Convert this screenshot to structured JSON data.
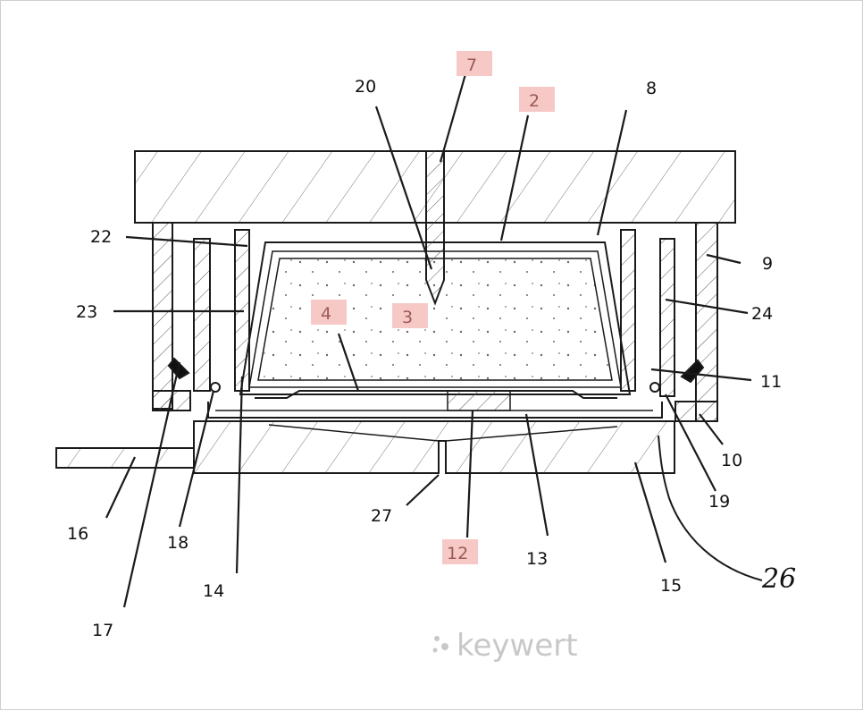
{
  "labels": {
    "l2": "2",
    "l3": "3",
    "l4": "4",
    "l7": "7",
    "l8": "8",
    "l9": "9",
    "l10": "10",
    "l11": "11",
    "l12": "12",
    "l13": "13",
    "l14": "14",
    "l15": "15",
    "l16": "16",
    "l17": "17",
    "l18": "18",
    "l19": "19",
    "l20": "20",
    "l22": "22",
    "l23": "23",
    "l24": "24",
    "l26": "26",
    "l27": "27"
  },
  "watermark": "keywert",
  "colors": {
    "highlight": "#f6c9c6",
    "line": "#1a1a1a",
    "watermark": "#c8c8c8"
  }
}
